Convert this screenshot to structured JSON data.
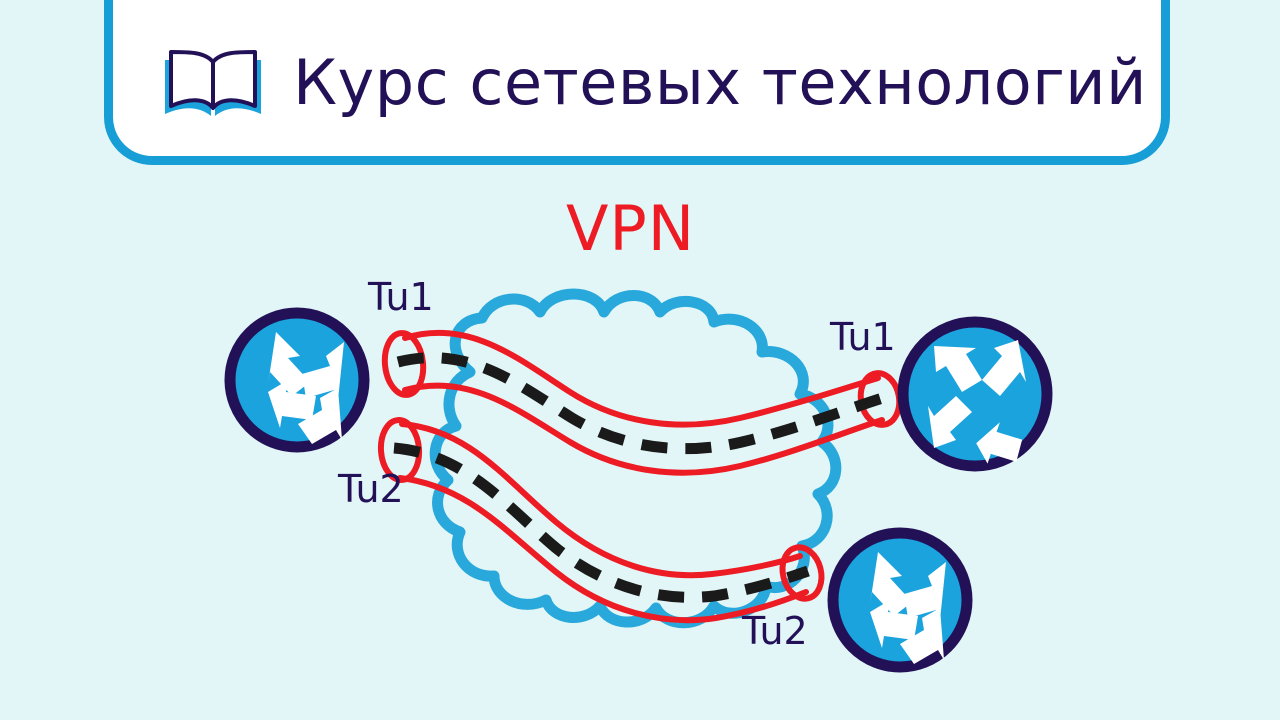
{
  "page": {
    "background_color": "#e2f6f7"
  },
  "header": {
    "title": "Курс сетевых технологий",
    "icon": "open-book-icon",
    "card_fill": "#ffffff",
    "border_color": "#189ed6",
    "title_color": "#231158"
  },
  "diagram": {
    "title": "VPN",
    "title_color": "#ed1c24",
    "cloud": {
      "name": "network-cloud",
      "stroke_color": "#29a8dc"
    },
    "tunnels": [
      {
        "name": "tunnel-1",
        "label_left": "Tu1",
        "label_right": "Tu1",
        "tube_color": "#ed1c24",
        "path_color": "#1a1a1a"
      },
      {
        "name": "tunnel-2",
        "label_left": "Tu2",
        "label_right": "Tu2",
        "tube_color": "#ed1c24",
        "path_color": "#1a1a1a"
      }
    ],
    "routers": [
      {
        "name": "router-left",
        "position": "left",
        "fill": "#1ba3dd",
        "ring": "#231158"
      },
      {
        "name": "router-right-top",
        "position": "top-right",
        "fill": "#1ba3dd",
        "ring": "#231158"
      },
      {
        "name": "router-right-bottom",
        "position": "bottom-right",
        "fill": "#1ba3dd",
        "ring": "#231158"
      }
    ]
  },
  "labels": {
    "tu1_left": "Tu1",
    "tu2_left": "Tu2",
    "tu1_right": "Tu1",
    "tu2_right": "Tu2"
  }
}
